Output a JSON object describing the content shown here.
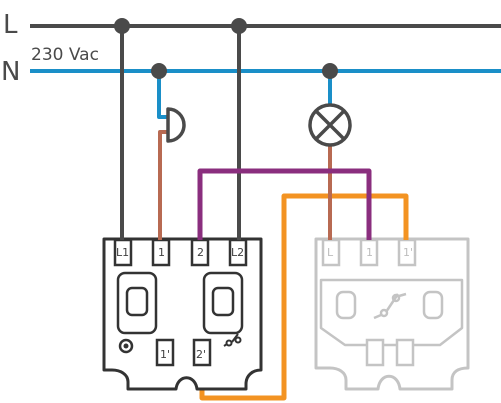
{
  "supply": {
    "line_label": "L",
    "neutral_label": "N",
    "voltage_label": "230 Vac"
  },
  "module_a": {
    "top_terminals": [
      "L1",
      "1",
      "2",
      "L2"
    ],
    "bottom_terminals": [
      "1'",
      "2'"
    ]
  },
  "module_b": {
    "top_terminals": [
      "L",
      "1",
      "1'"
    ]
  },
  "colors": {
    "line_wire": "#4a4a4a",
    "neutral_wire": "#1a8fc8",
    "load_wire": "#b86a52",
    "traveler_purple": "#8a2e7e",
    "traveler_orange": "#f39322",
    "module_a_outline": "#333333",
    "module_b_outline": "#c4c4c4"
  },
  "icons": {
    "buzzer": "bell-push-icon",
    "lamp": "lamp-icon"
  }
}
